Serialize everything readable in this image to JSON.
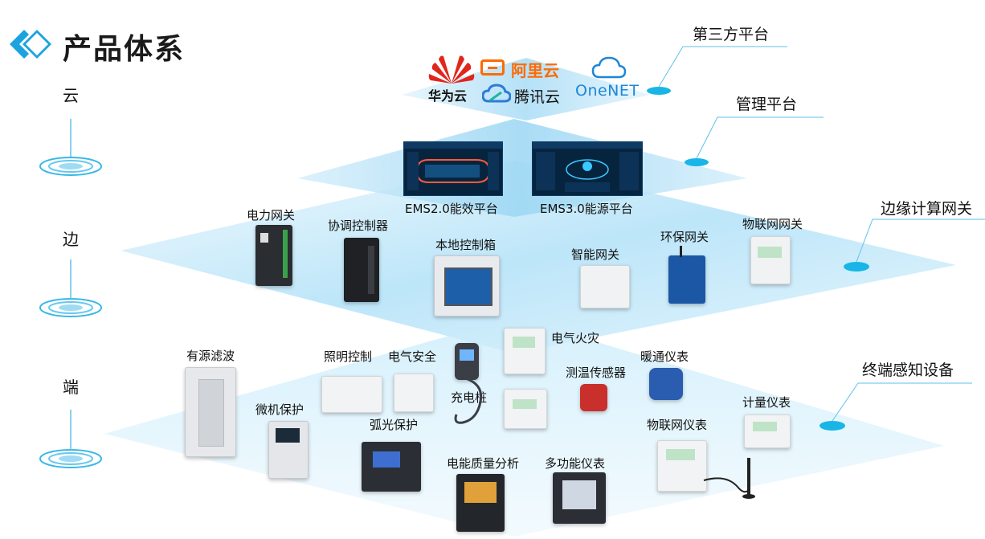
{
  "title": "产品体系",
  "tiers": {
    "cloud": "云",
    "edge": "边",
    "end": "端"
  },
  "callouts": {
    "third_party": "第三方平台",
    "management": "管理平台",
    "edge_computing": "边缘计算网关",
    "terminal": "终端感知设备"
  },
  "cloud_logos": {
    "huawei": "华为云",
    "aliyun": "阿里云",
    "tencent": "腾讯云",
    "onenet": "OneNET"
  },
  "platforms": [
    "EMS2.0能效平台",
    "EMS3.0能源平台"
  ],
  "edge_devices": {
    "power_gateway": "电力网关",
    "coord_controller": "协调控制器",
    "local_control_box": "本地控制箱",
    "smart_gateway": "智能网关",
    "env_gateway": "环保网关",
    "iot_gateway": "物联网网关"
  },
  "end_devices": {
    "active_filter": "有源滤波",
    "lighting_control": "照明控制",
    "electrical_safety": "电气安全",
    "electrical_fire": "电气火灾",
    "hvac_meter": "暖通仪表",
    "temp_sensor": "测温传感器",
    "charging_pile": "充电桩",
    "microcomputer_protection": "微机保护",
    "arc_protection": "弧光保护",
    "metering_meter": "计量仪表",
    "iot_meter": "物联网仪表",
    "power_quality": "电能质量分析",
    "multifunction_meter": "多功能仪表"
  },
  "colors": {
    "accent": "#1aa3e0",
    "plane_light": "#e3f4fd",
    "plane_mid": "#b7e2f8",
    "huawei_red": "#e1261c",
    "aliyun_orange": "#ff6a00",
    "tencent_blue": "#2e7bd6",
    "onenet_blue": "#1f86d6"
  }
}
